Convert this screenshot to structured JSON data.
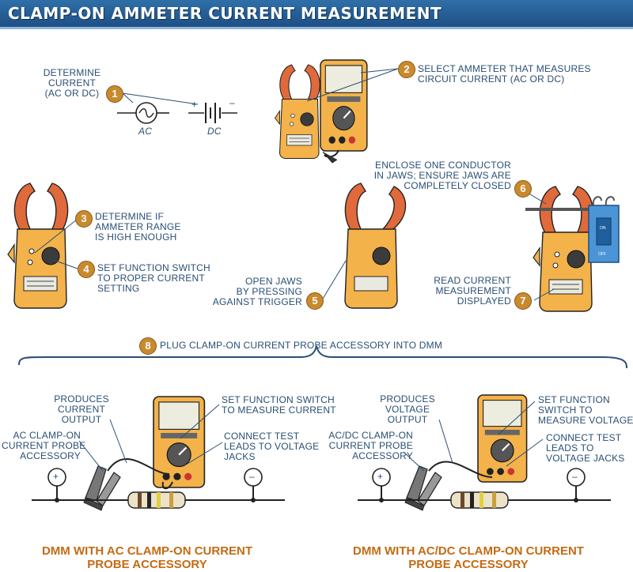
{
  "title": "CLAMP-ON AMMETER CURRENT MEASUREMENT",
  "steps": [
    {
      "num": "1",
      "lines": [
        "DETERMINE",
        "CURRENT",
        "(AC OR DC)"
      ]
    },
    {
      "num": "2",
      "lines": [
        "SELECT AMMETER THAT MEASURES",
        "CIRCUIT CURRENT (AC OR DC)"
      ]
    },
    {
      "num": "3",
      "lines": [
        "DETERMINE IF",
        "AMMETER RANGE",
        "IS HIGH ENOUGH"
      ]
    },
    {
      "num": "4",
      "lines": [
        "SET FUNCTION SWITCH",
        "TO PROPER CURRENT",
        "SETTING"
      ]
    },
    {
      "num": "5",
      "lines": [
        "OPEN JAWS",
        "BY PRESSING",
        "AGAINST TRIGGER"
      ]
    },
    {
      "num": "6",
      "lines": [
        "ENCLOSE ONE CONDUCTOR",
        "IN JAWS; ENSURE JAWS ARE",
        "COMPLETELY CLOSED"
      ]
    },
    {
      "num": "7",
      "lines": [
        "READ CURRENT",
        "MEASUREMENT",
        "DISPLAYED"
      ]
    },
    {
      "num": "8",
      "lines": [
        "PLUG CLAMP-ON CURRENT PROBE ACCESSORY INTO DMM"
      ]
    }
  ],
  "symbols": {
    "ac": "AC",
    "dc": "DC",
    "plus": "+",
    "minus": "–",
    "on": "ON",
    "off": "OFF"
  },
  "left_diagram": {
    "output_lines": [
      "PRODUCES",
      "CURRENT",
      "OUTPUT"
    ],
    "probe_lines": [
      "AC CLAMP-ON",
      "CURRENT PROBE",
      "ACCESSORY"
    ],
    "switch_lines": [
      "SET FUNCTION SWITCH",
      "TO MEASURE CURRENT"
    ],
    "leads_lines": [
      "CONNECT TEST",
      "LEADS TO VOLTAGE",
      "JACKS"
    ],
    "caption_lines": [
      "DMM WITH AC CLAMP-ON CURRENT",
      "PROBE ACCESSORY"
    ]
  },
  "right_diagram": {
    "output_lines": [
      "PRODUCES",
      "VOLTAGE",
      "OUTPUT"
    ],
    "probe_lines": [
      "AC/DC CLAMP-ON",
      "CURRENT PROBE",
      "ACCESSORY"
    ],
    "switch_lines": [
      "SET FUNCTION",
      "SWITCH TO",
      "MEASURE VOLTAGE"
    ],
    "leads_lines": [
      "CONNECT TEST",
      "LEADS TO",
      "VOLTAGE JACKS"
    ],
    "caption_lines": [
      "DMM WITH AC/DC CLAMP-ON CURRENT",
      "PROBE ACCESSORY"
    ]
  },
  "colors": {
    "banner": "#2f6fa8",
    "label": "#2a4f73",
    "badge": "#c98a2e",
    "meter_body": "#f3b24a",
    "jaw": "#e06a3b",
    "caption": "#c46b12"
  }
}
